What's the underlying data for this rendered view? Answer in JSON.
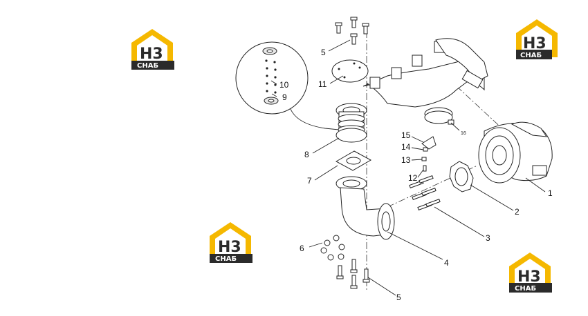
{
  "diagram": {
    "callouts": [
      {
        "id": "c1",
        "text": "1"
      },
      {
        "id": "c2",
        "text": "2"
      },
      {
        "id": "c3",
        "text": "3"
      },
      {
        "id": "c4",
        "text": "4"
      },
      {
        "id": "c5a",
        "text": "5"
      },
      {
        "id": "c5b",
        "text": "5"
      },
      {
        "id": "c6",
        "text": "6"
      },
      {
        "id": "c7",
        "text": "7"
      },
      {
        "id": "c8",
        "text": "8"
      },
      {
        "id": "c9",
        "text": "9"
      },
      {
        "id": "c10",
        "text": "10"
      },
      {
        "id": "c11",
        "text": "11"
      },
      {
        "id": "c12",
        "text": "12"
      },
      {
        "id": "c13",
        "text": "13"
      },
      {
        "id": "c14",
        "text": "14"
      },
      {
        "id": "c15",
        "text": "15"
      },
      {
        "id": "c16",
        "text": "16"
      }
    ]
  },
  "watermark": {
    "brand": "H3",
    "subtitle": "СНАБ",
    "colors": {
      "house": "#f5b800",
      "dark": "#2b2b2b",
      "text": "#ffffff"
    }
  }
}
